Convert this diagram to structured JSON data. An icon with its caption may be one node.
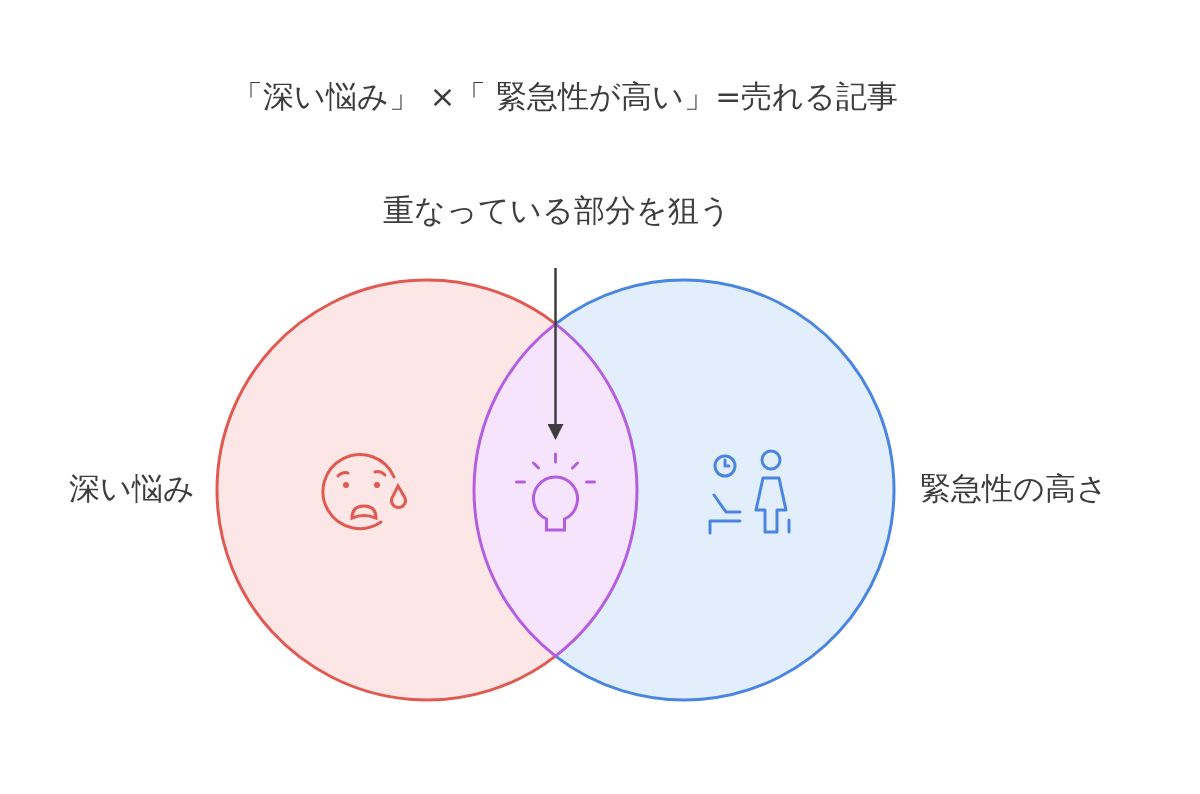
{
  "diagram": {
    "title": "「深い悩み」 ×「 緊急性が高い」=売れる記事",
    "nodes": [
      {
        "text": [],
        "shape": "circle",
        "beside": [
          "深い悩み"
        ]
      },
      {
        "text": [],
        "shape": "circle",
        "beside": [
          "緊急性の高さ"
        ]
      },
      {
        "text": [
          "重なっている部分を狙う"
        ]
      },
      {
        "text": [],
        "shape": "picture"
      }
    ],
    "edges": [
      {
        "from": 2,
        "to": 3,
        "arrow": "to"
      }
    ]
  }
}
